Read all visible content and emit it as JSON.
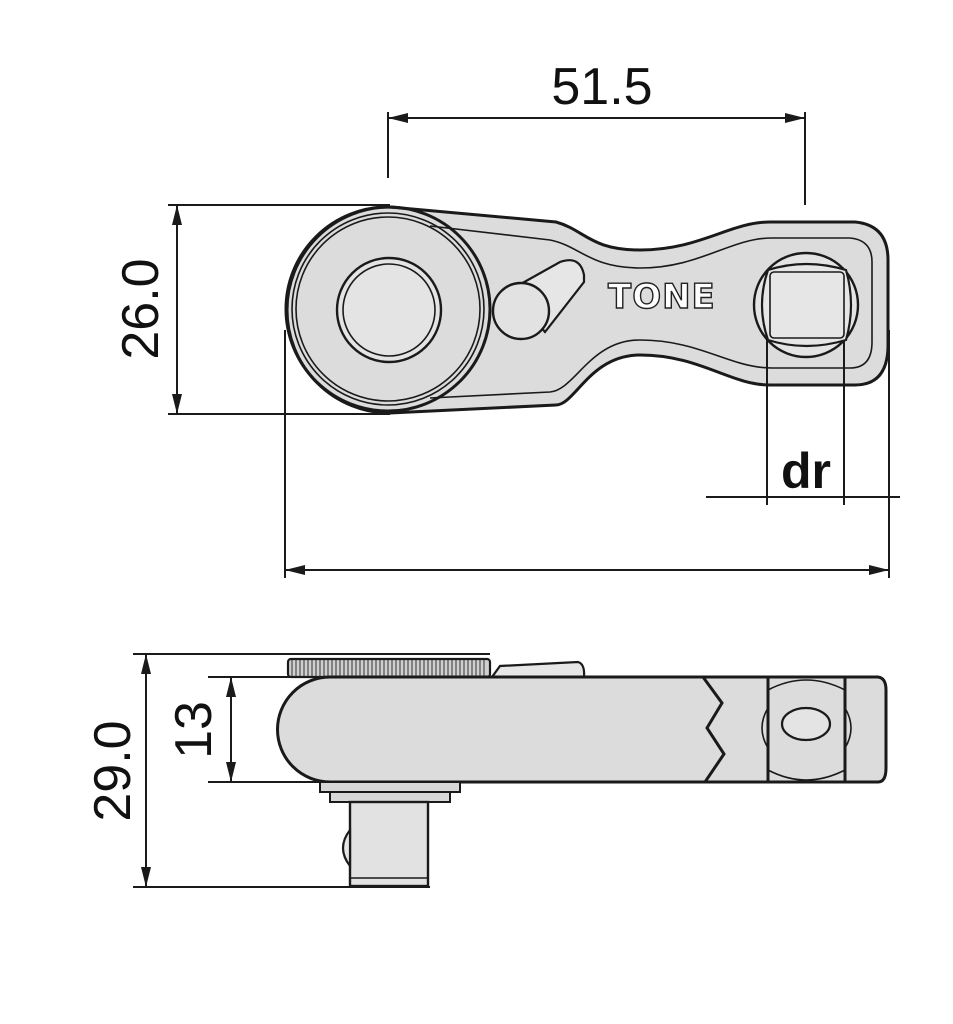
{
  "dimensions": {
    "center_distance": "51.5",
    "head_height": "26.0",
    "drive_label": "dr",
    "total_thickness": "29.0",
    "body_thickness": "13"
  },
  "brand": {
    "logo_text": "TONE"
  },
  "colors": {
    "fill": "#dcdcdc",
    "line": "#1a1a1a",
    "background": "#ffffff"
  }
}
